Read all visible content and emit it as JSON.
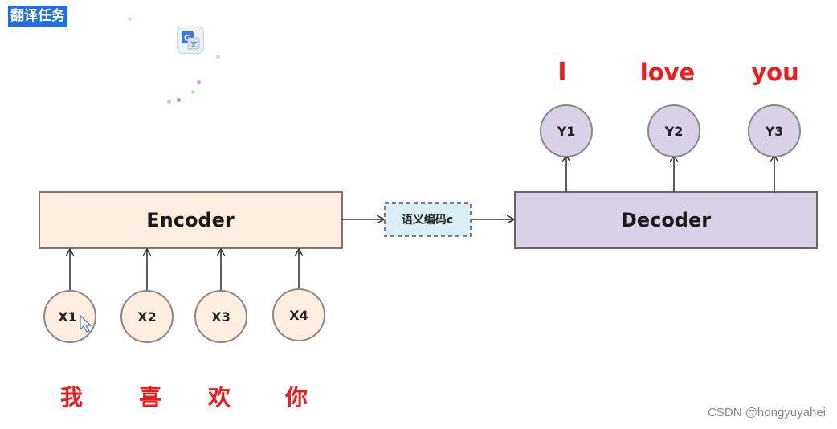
{
  "header": {
    "title": "翻译任务",
    "translate_icon": "google-translate-icon"
  },
  "encoder": {
    "label": "Encoder",
    "fill": "#fdeee0",
    "stroke": "#777777"
  },
  "context": {
    "label": "语义编码c",
    "fill": "#d9eef5"
  },
  "decoder": {
    "label": "Decoder",
    "fill": "#d9d2e6",
    "stroke": "#666666"
  },
  "inputs": [
    {
      "label": "X1",
      "word": "我"
    },
    {
      "label": "X2",
      "word": "喜"
    },
    {
      "label": "X3",
      "word": "欢"
    },
    {
      "label": "X4",
      "word": "你"
    }
  ],
  "outputs": [
    {
      "label": "Y1",
      "word": "I"
    },
    {
      "label": "Y2",
      "word": "love"
    },
    {
      "label": "Y3",
      "word": "you"
    }
  ],
  "colors": {
    "accent_red": "#ee1c1c",
    "input_node_fill": "#fdeee0",
    "output_node_fill": "#d9d2e6"
  },
  "watermark": "CSDN @hongyuyahei"
}
